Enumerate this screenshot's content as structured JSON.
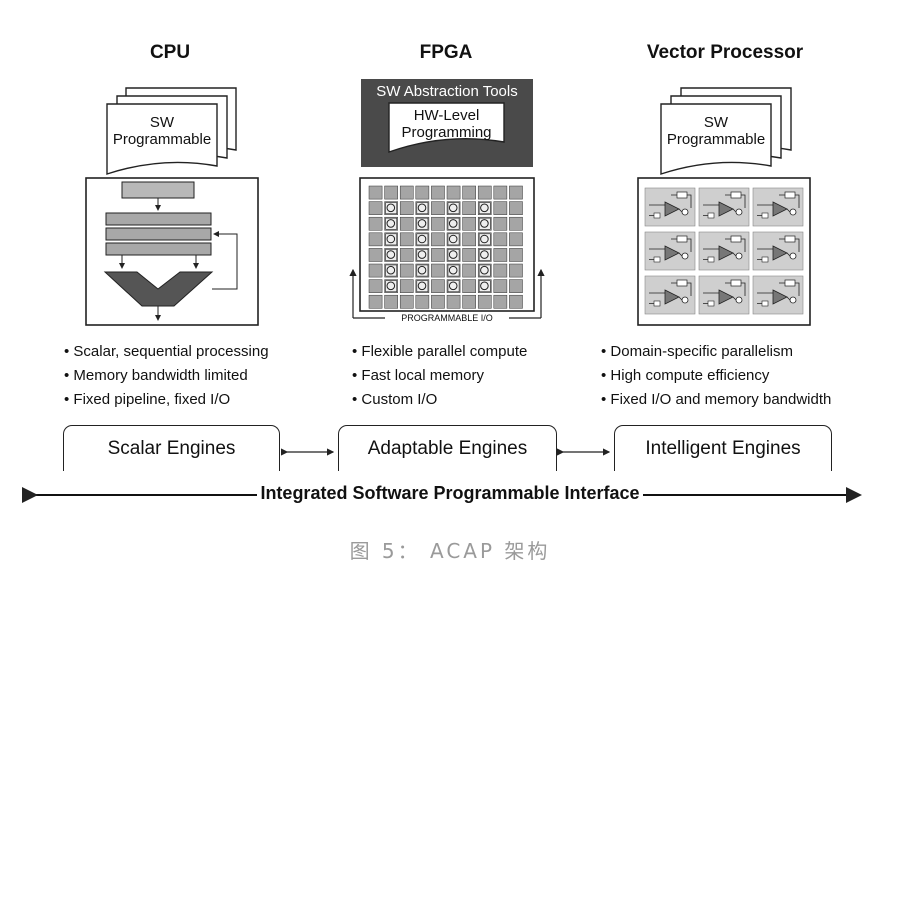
{
  "columns": [
    {
      "title": "CPU",
      "doc_label": [
        "SW",
        "Programmable"
      ],
      "bullets": [
        "Scalar, sequential processing",
        "Memory bandwidth limited",
        "Fixed pipeline, fixed I/O"
      ],
      "engine": "Scalar Engines"
    },
    {
      "title": "FPGA",
      "banner": "SW Abstraction Tools",
      "doc_label": [
        "HW-Level",
        "Programming"
      ],
      "io_label": "PROGRAMMABLE I/O",
      "bullets": [
        "Flexible parallel compute",
        "Fast local memory",
        "Custom I/O"
      ],
      "engine": "Adaptable Engines"
    },
    {
      "title": "Vector Processor",
      "doc_label": [
        "SW",
        "Programmable"
      ],
      "bullets": [
        "Domain-specific parallelism",
        "High compute efficiency",
        "Fixed I/O and memory bandwidth"
      ],
      "engine": "Intelligent Engines"
    }
  ],
  "interface_label": "Integrated Software Programmable Interface",
  "caption": "图 5： ACAP 架构",
  "colors": {
    "banner": "#4a4a4a",
    "block_fill": "#b8b8b8",
    "tile_fill": "#d0d0d0",
    "caption": "#9a9a9a"
  }
}
